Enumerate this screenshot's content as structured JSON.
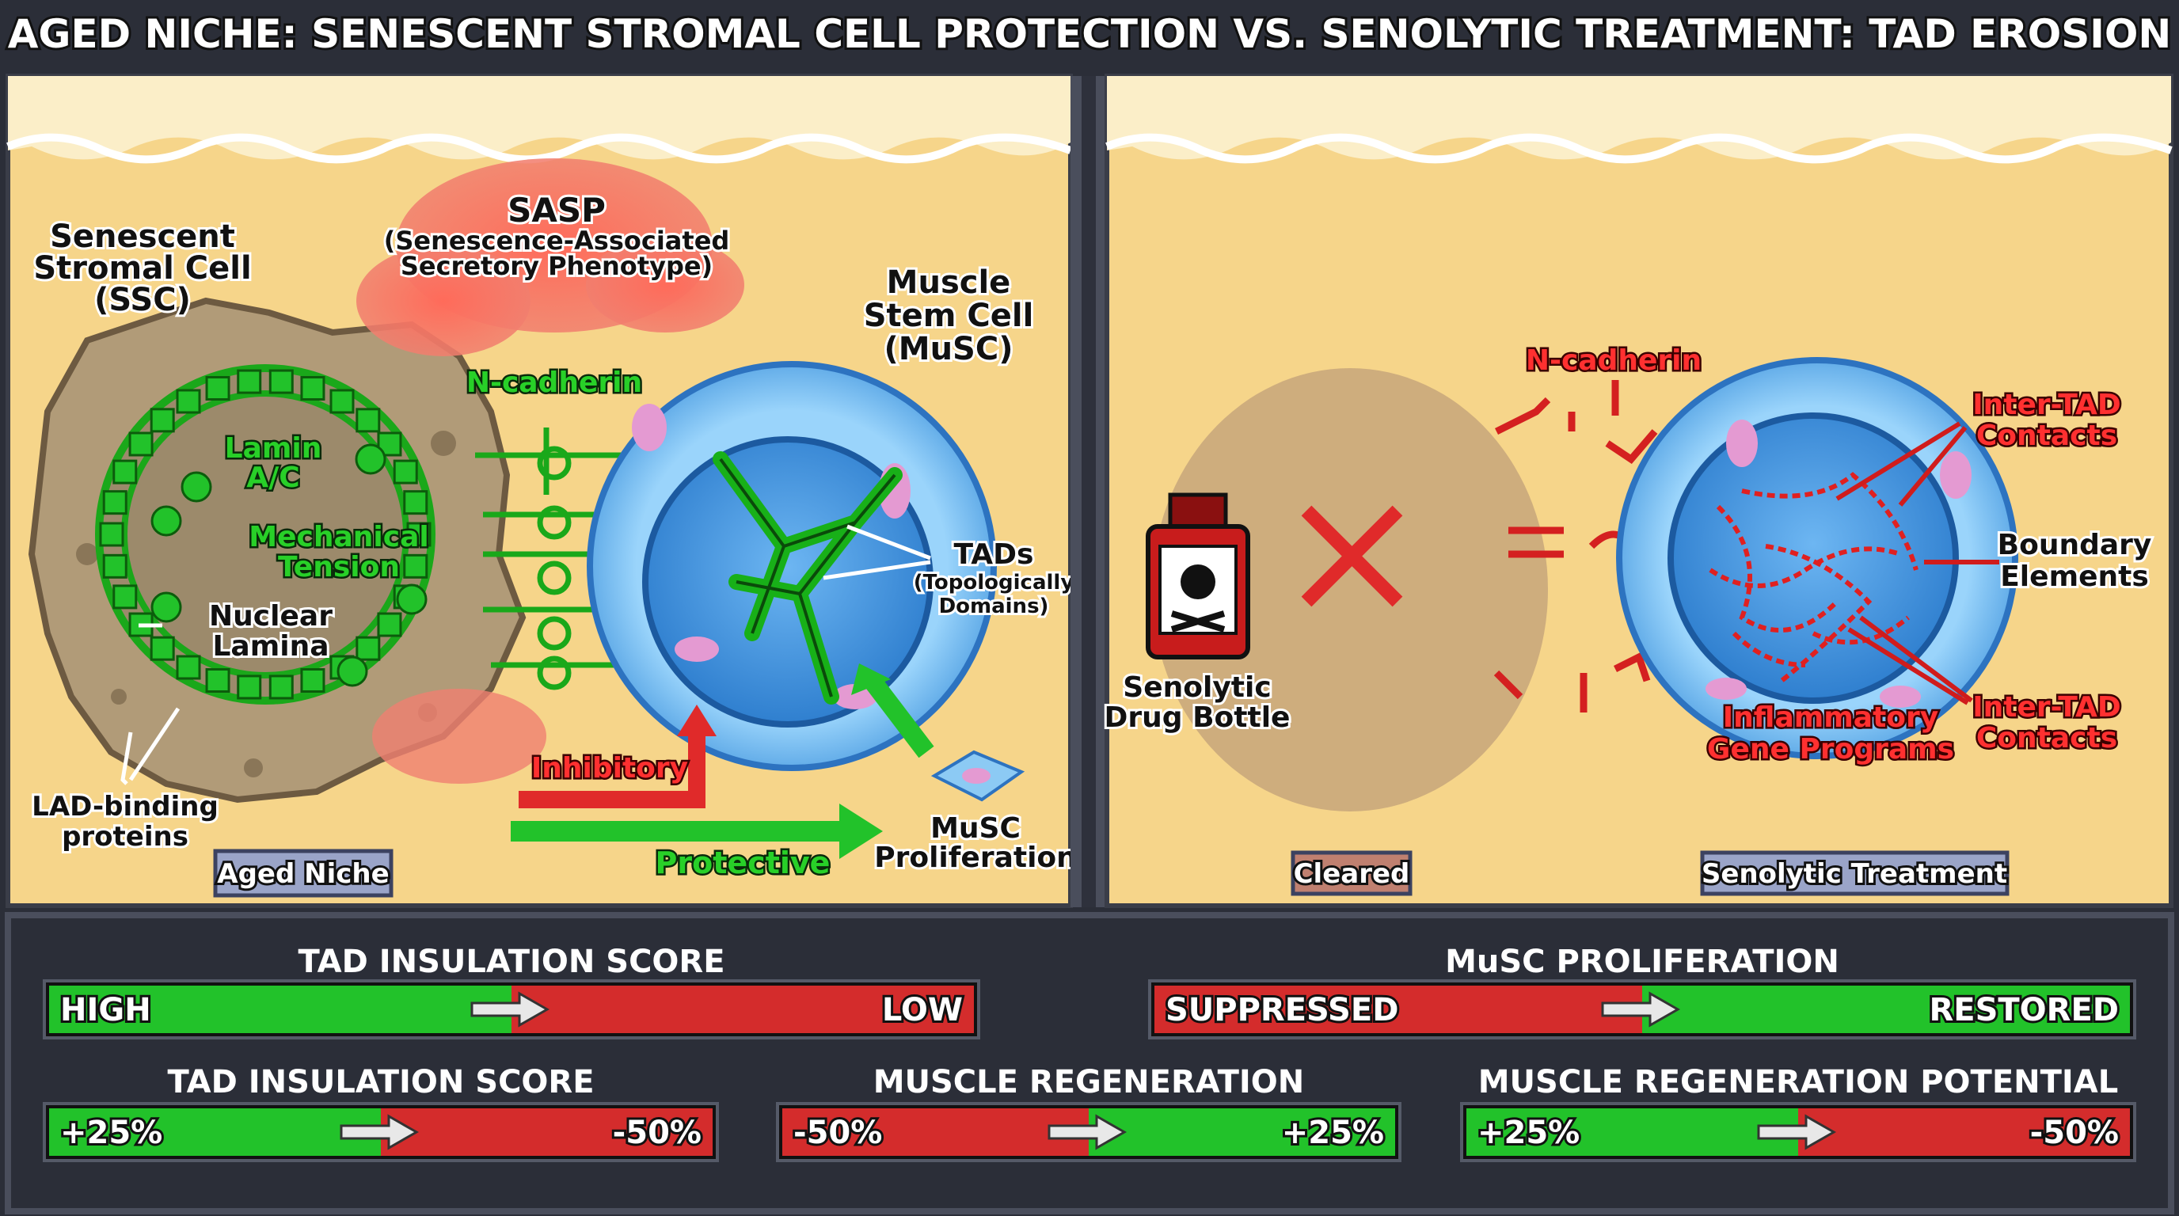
{
  "title": "AGED NICHE: SENESCENT STROMAL CELL PROTECTION VS. SENOLYTIC TREATMENT: TAD EROSION",
  "left_panel": {
    "ssc_label": [
      "Senescent",
      "Stromal Cell",
      "(SSC)"
    ],
    "sasp_title": "SASP",
    "sasp_sub": [
      "(Senescence-Associated",
      "Secretory Phenotype)"
    ],
    "musc_label": [
      "Muscle",
      "Stem Cell",
      "(MuSC)"
    ],
    "ncadherin": "N-cadherin",
    "lamin": [
      "Lamin",
      "A/C"
    ],
    "mechanical": [
      "Mechanical",
      "Tension"
    ],
    "nuclear_lamina": [
      "Nuclear",
      "Lamina"
    ],
    "lad": [
      "LAD-binding",
      "proteins"
    ],
    "tads": "TADs",
    "tads_sub": [
      "(Topologically",
      "Domains)"
    ],
    "inhibitory": "Inhibitory",
    "protective": "Protective",
    "musc_prolif": [
      "MuSC",
      "Proliferation"
    ],
    "badge": "Aged Niche"
  },
  "right_panel": {
    "ncadherin": "N-cadherin",
    "inter_tad_top": [
      "Inter-TAD",
      "Contacts"
    ],
    "boundary": [
      "Boundary",
      "Elements"
    ],
    "inter_tad_bottom": [
      "Inter-TAD",
      "Contacts"
    ],
    "inflammatory": [
      "Inflammatory",
      "Gene Programs"
    ],
    "drug_bottle": [
      "Senolytic",
      "Drug Bottle"
    ],
    "badge_cleared": "Cleared",
    "badge_treatment": "Senolytic Treatment"
  },
  "meters": {
    "row1": [
      {
        "title": "TAD INSULATION SCORE",
        "left": "HIGH",
        "right": "LOW",
        "left_color": "#22c22a",
        "right_color": "#d42c2c",
        "split": 0.5
      },
      {
        "title": "MuSC PROLIFERATION",
        "left": "SUPPRESSED",
        "right": "RESTORED",
        "left_color": "#d42c2c",
        "right_color": "#22c22a",
        "split": 0.5
      }
    ],
    "row2": [
      {
        "title": "TAD INSULATION SCORE",
        "left": "+25%",
        "right": "-50%",
        "left_color": "#22c22a",
        "right_color": "#d42c2c",
        "split": 0.5
      },
      {
        "title": "MUSCLE REGENERATION",
        "left": "-50%",
        "right": "+25%",
        "left_color": "#d42c2c",
        "right_color": "#22c22a",
        "split": 0.5
      },
      {
        "title": "MUSCLE REGENERATION POTENTIAL",
        "left": "+25%",
        "right": "-50%",
        "left_color": "#22c22a",
        "right_color": "#d42c2c",
        "split": 0.5
      }
    ]
  },
  "colors": {
    "sand": "#f6d58a",
    "frame": "#2b2e38",
    "green": "#22c22a",
    "red": "#d42c2c",
    "blue": "#5aaeee"
  }
}
